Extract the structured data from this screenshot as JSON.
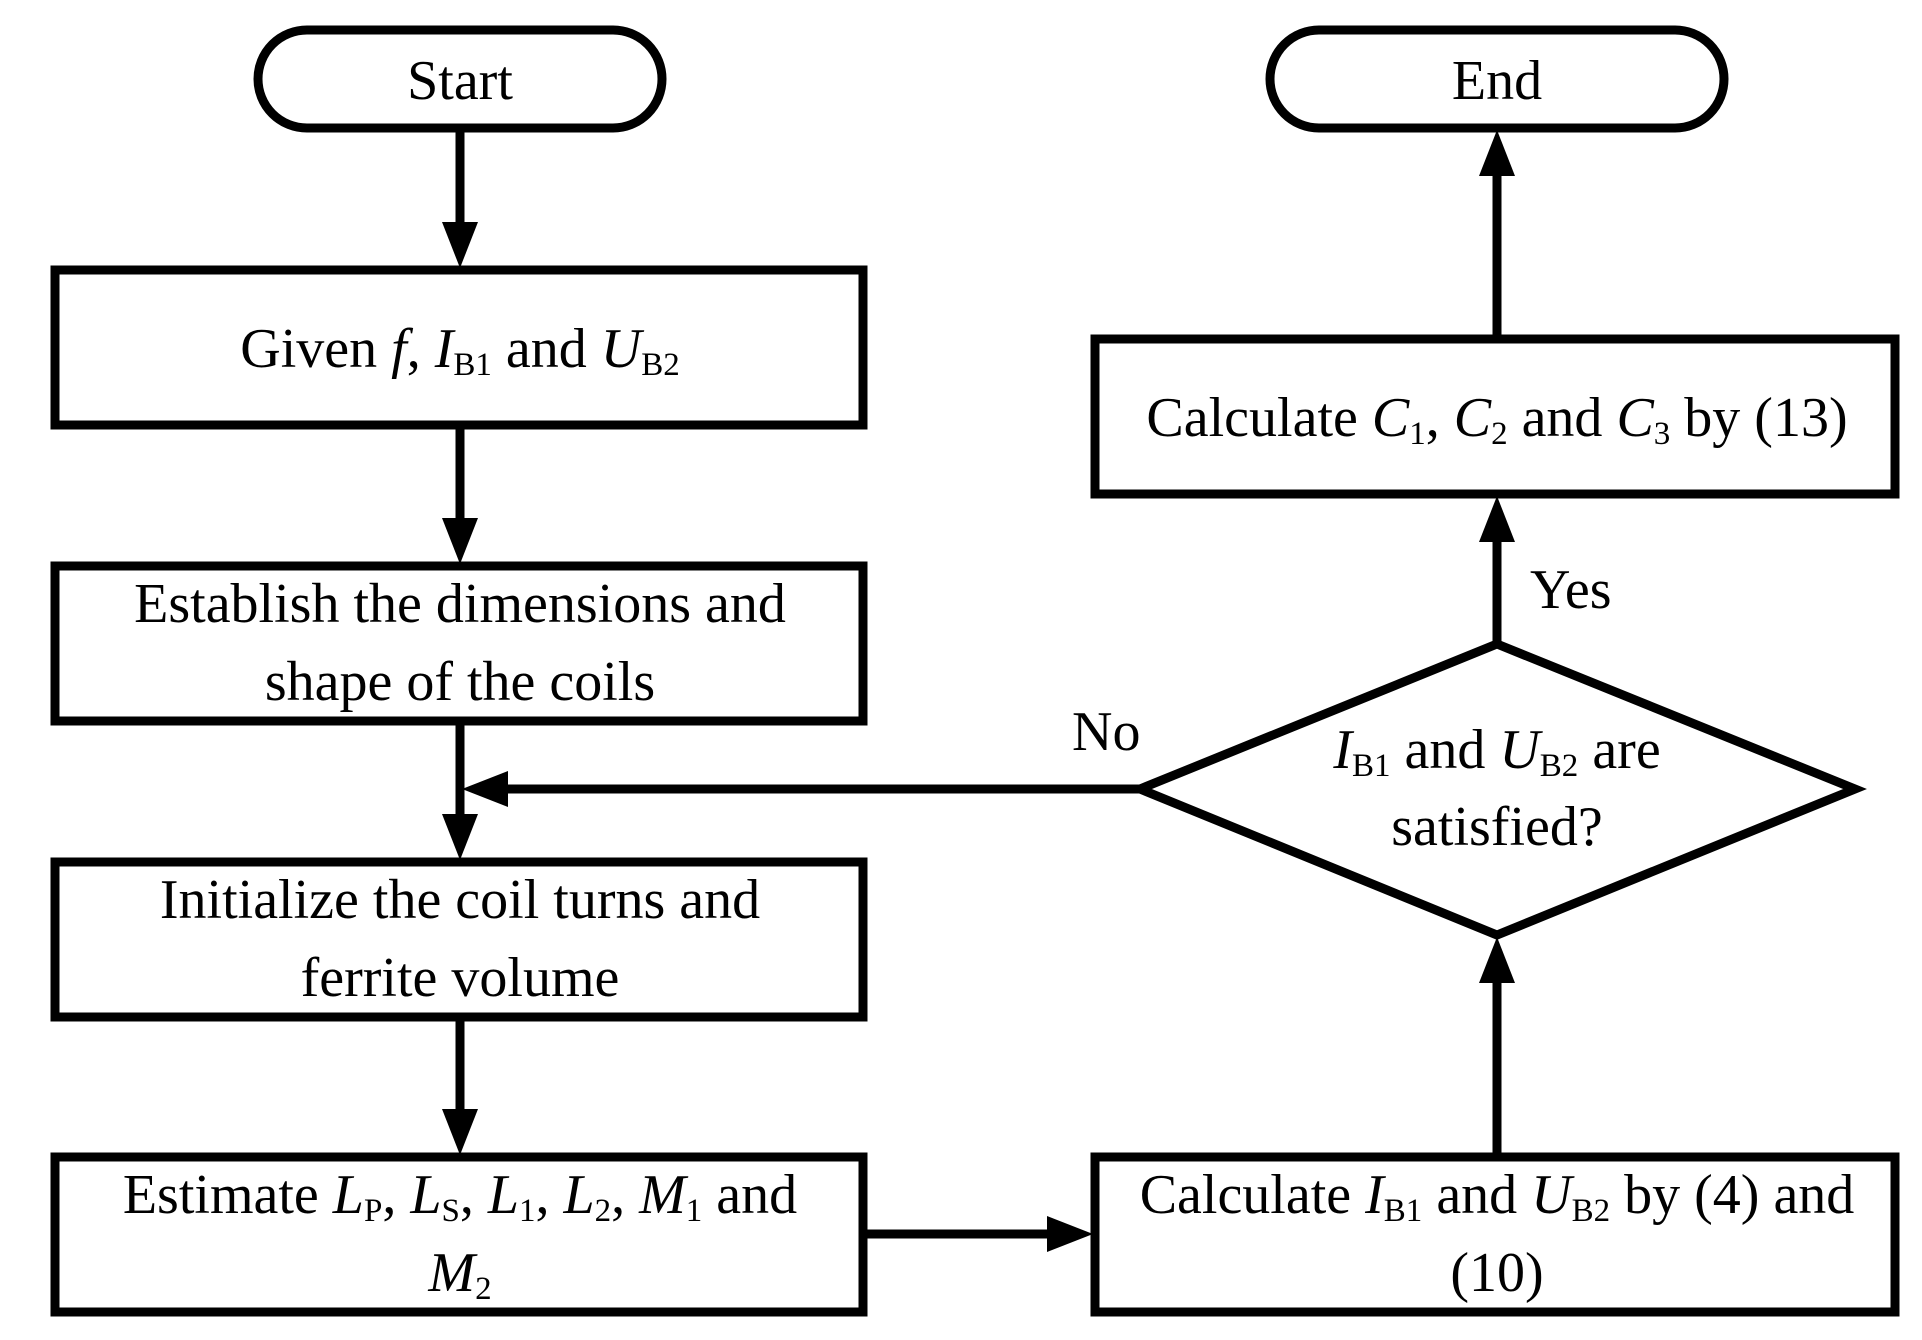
{
  "nodes": {
    "start": "Start",
    "end": "End",
    "given": {
      "prefix": "Given ",
      "f": "f",
      "comma": ", ",
      "i": "I",
      "i_sub": "B1",
      "and": " and ",
      "u": "U",
      "u_sub": "B2"
    },
    "establish": {
      "line1": "Establish the dimensions and",
      "line2": "shape of the coils"
    },
    "initialize": {
      "line1": "Initialize the coil turns and",
      "line2": "ferrite volume"
    },
    "estimate": {
      "prefix": "Estimate ",
      "lp": "L",
      "lp_sub": "P",
      "ls": "L",
      "ls_sub": "S",
      "l1": "L",
      "l1_sub": "1",
      "l2": "L",
      "l2_sub": "2",
      "m1": "M",
      "m1_sub": "1",
      "and": " and",
      "m2": "M",
      "m2_sub": "2",
      "sep": ", "
    },
    "calc_iu": {
      "prefix": "Calculate ",
      "i": "I",
      "i_sub": "B1",
      "and": " and ",
      "u": "U",
      "u_sub": "B2",
      "suffix": " by (4) and",
      "line2": "(10)"
    },
    "decision": {
      "i": "I",
      "i_sub": "B1",
      "and": " and ",
      "u": "U",
      "u_sub": "B2",
      "are": " are",
      "line2": "satisfied?"
    },
    "calc_c": {
      "prefix": "Calculate ",
      "c1": "C",
      "c1_sub": "1",
      "c2": "C",
      "c2_sub": "2",
      "and": " and ",
      "c3": "C",
      "c3_sub": "3",
      "sep": ", ",
      "suffix": " by (13)"
    }
  },
  "edge_labels": {
    "yes": "Yes",
    "no": "No"
  }
}
